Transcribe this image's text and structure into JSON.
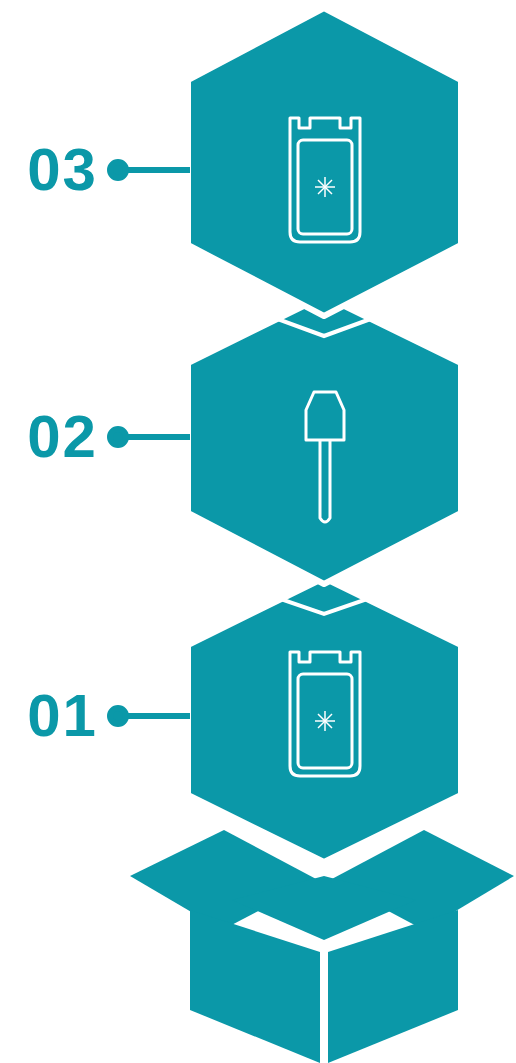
{
  "diagram": {
    "labels": [
      "03",
      "02",
      "01"
    ]
  }
}
